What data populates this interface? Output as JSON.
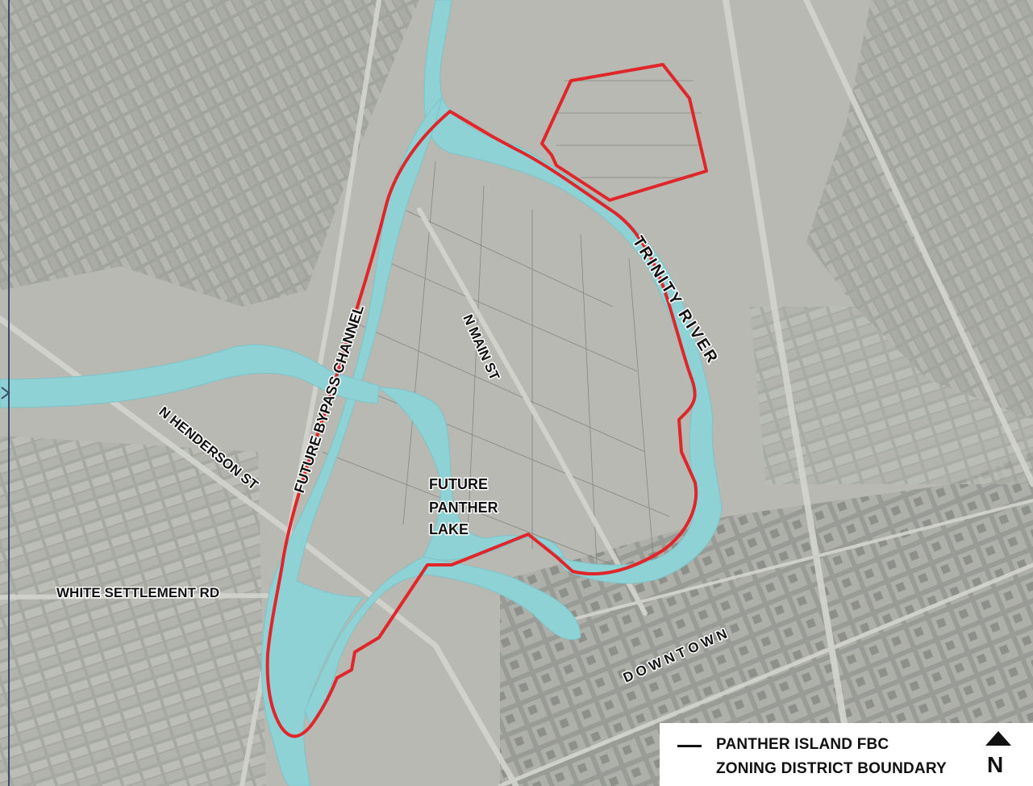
{
  "map": {
    "colors": {
      "water": "#8fd2d6",
      "boundary": "#e0262a",
      "aerial_base": "#b9bbb4",
      "dense_grid": "#8c8f8a",
      "grid_line": "#6f716e",
      "text": "#111111"
    },
    "labels": {
      "trinity_river": "TRINITY RIVER",
      "n_main_st": "N MAIN ST",
      "future_bypass_channel": "FUTURE BYPASS  CHANNEL",
      "n_henderson_st": "N HENDERSON ST",
      "future_panther_lake_1": "FUTURE",
      "future_panther_lake_2": "PANTHER",
      "future_panther_lake_3": "LAKE",
      "white_settlement_rd": "WHITE SETTLEMENT RD",
      "downtown": "D O W N T O W N"
    }
  },
  "legend": {
    "line1": "PANTHER ISLAND FBC",
    "line2": "ZONING DISTRICT BOUNDARY",
    "north_label": "N"
  }
}
